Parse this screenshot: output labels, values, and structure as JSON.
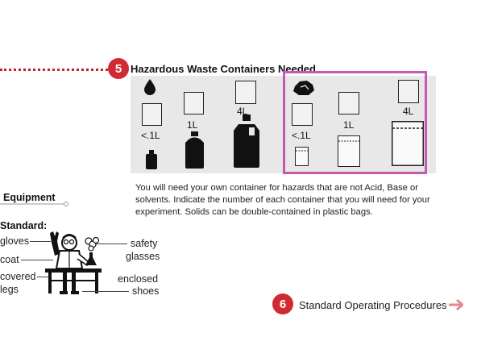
{
  "section5": {
    "number": "5",
    "title": "Hazardous Waste Containers Needed",
    "labels": {
      "liquid_lt01": "<.1L",
      "liquid_1l": "1L",
      "liquid_4l": "4L",
      "solid_lt01": "<.1L",
      "solid_1l": "1L",
      "solid_4l": "4L"
    },
    "description": "You will need your own container for hazards that are not Acid, Base or solvents. Indicate the number of each container that you will need for your experiment.  Solids can be double-contained in plastic bags."
  },
  "sidebar": {
    "equipment_heading": "Equipment",
    "standard_heading": "Standard:",
    "left_labels": [
      "gloves",
      "coat",
      "covered",
      "legs"
    ],
    "right_labels": [
      "safety",
      "glasses",
      "enclosed",
      "shoes"
    ]
  },
  "section6": {
    "number": "6",
    "title": "Standard Operating Procedures"
  },
  "colors": {
    "accent_red": "#d12a32",
    "highlight_pink": "#c55ab5",
    "arrow_pink": "#e48a8e"
  },
  "icons": [
    "droplet-icon",
    "rock-icon",
    "bottle-icon",
    "jug-icon",
    "bag-icon",
    "scientist-icon",
    "arrow-right-icon"
  ]
}
